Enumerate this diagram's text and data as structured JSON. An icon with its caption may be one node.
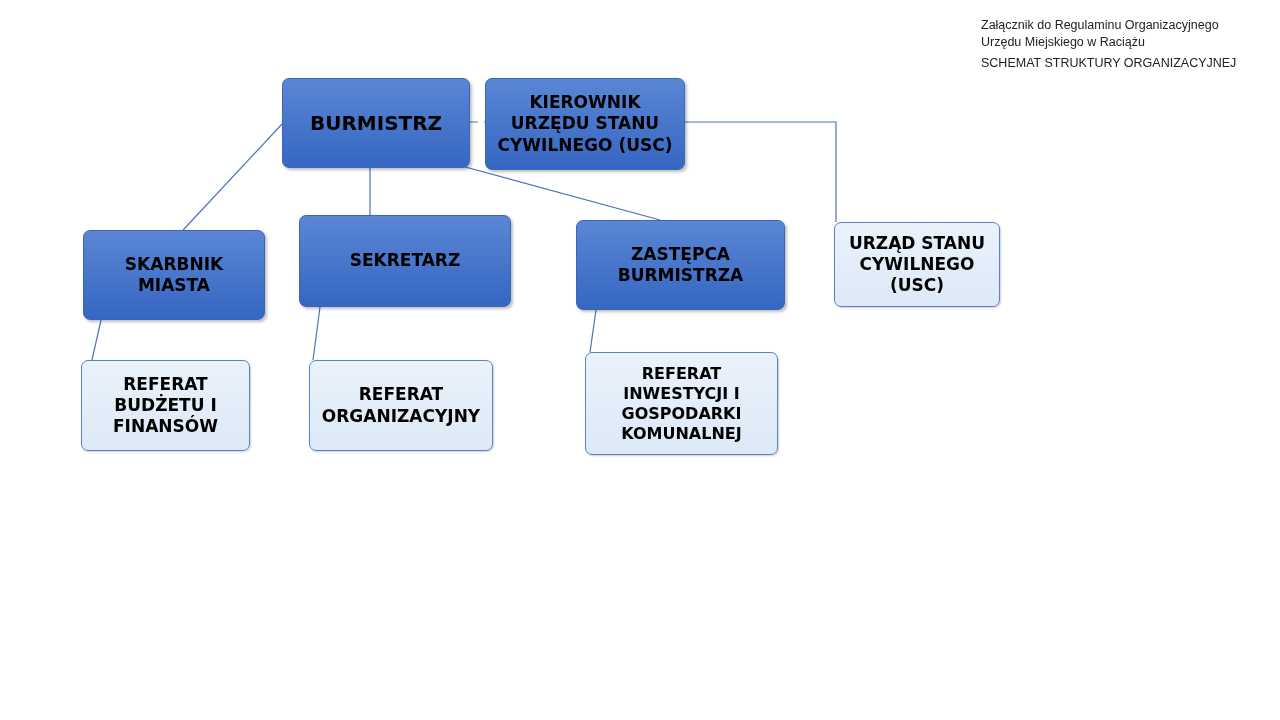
{
  "diagram": {
    "nodes": [
      {
        "text": [
          "BURMISTRZ"
        ]
      },
      {
        "text": [
          "KIEROWNIK URZĘDU STANU CYWILNEGO (USC)"
        ]
      },
      {
        "text": [
          "SKARBNIK MIASTA"
        ]
      },
      {
        "text": [
          "SEKRETARZ"
        ]
      },
      {
        "text": [
          "ZASTĘPCA BURMISTRZA"
        ]
      },
      {
        "text": [
          "URZĄD STANU CYWILNEGO (USC)"
        ]
      },
      {
        "text": [
          "REFERAT BUDŻETU I FINANSÓW"
        ]
      },
      {
        "text": [
          "REFERAT ORGANIZACYJNY"
        ]
      },
      {
        "text": [
          "REFERAT INWESTYCJI I GOSPODARKI KOMUNALNEJ"
        ]
      }
    ],
    "edges": [
      {
        "from": 0,
        "to": 1,
        "arrow": "none",
        "style": "dashed"
      },
      {
        "from": 1,
        "to": 5,
        "arrow": "none"
      },
      {
        "from": 0,
        "to": 2,
        "arrow": "none"
      },
      {
        "from": 0,
        "to": 3,
        "arrow": "none"
      },
      {
        "from": 0,
        "to": 4,
        "arrow": "none"
      },
      {
        "from": 2,
        "to": 6,
        "arrow": "none"
      },
      {
        "from": 3,
        "to": 7,
        "arrow": "none"
      },
      {
        "from": 4,
        "to": 8,
        "arrow": "none"
      }
    ],
    "labels": [
      "Załącznik do Regulaminu Organizacyjnego Urzędu Miejskiego w Raciążu",
      "SCHEMAT STRUKTURY ORGANIZACYJNEJ"
    ]
  }
}
